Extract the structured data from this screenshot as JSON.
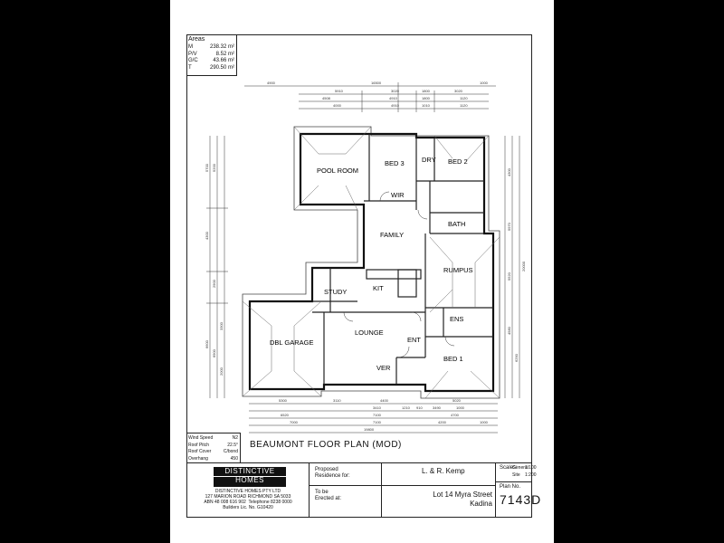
{
  "areas": {
    "heading": "Areas",
    "rows": [
      {
        "code": "M",
        "value": "238.32 m²"
      },
      {
        "code": "P/V",
        "value": "8.52 m²"
      },
      {
        "code": "G/C",
        "value": "43.66 m²"
      },
      {
        "code": "T",
        "value": "290.50 m²"
      }
    ]
  },
  "specs": [
    {
      "label": "Wind Speed",
      "value": "N2"
    },
    {
      "label": "Roof Pitch",
      "value": "22.5°"
    },
    {
      "label": "Roof Cover",
      "value": "C/bond"
    },
    {
      "label": "Overhang",
      "value": "450"
    }
  ],
  "plan_title": "BEAUMONT FLOOR PLAN (MOD)",
  "rooms": {
    "pool_room": "POOL ROOM",
    "bed3": "BED 3",
    "dry": "DRY",
    "bed2": "BED 2",
    "wir": "WIR",
    "bath": "BATH",
    "family": "FAMILY",
    "rumpus": "RUMPUS",
    "study": "STUDY",
    "kit": "KIT",
    "ens": "ENS",
    "dbl_garage": "DBL GARAGE",
    "lounge": "LOUNGE",
    "ent": "ENT",
    "ver": "VER",
    "bed1": "BED 1"
  },
  "dimensions": {
    "top_overall": "16500",
    "top_row1": [
      "4900",
      "1000"
    ],
    "top_row2": [
      "5910",
      "3020",
      "1800",
      "3020"
    ],
    "top_row3": [
      "4508",
      "4910",
      "1800",
      "1120"
    ],
    "top_row4": [
      "4000",
      "4910",
      "1010",
      "1120"
    ],
    "bottom_row1": [
      "5300",
      "3110",
      "4400",
      "5020"
    ],
    "bottom_row2": [
      "3410",
      "1210",
      "910",
      "3490",
      "1000"
    ],
    "bottom_row3": [
      "6520",
      "7100",
      "4700"
    ],
    "bottom_row4": [
      "7000",
      "7100",
      "4200",
      "1000"
    ],
    "bottom_overall": "19800",
    "left": [
      "5700",
      "5200",
      "4300",
      "2900",
      "6600",
      "3300",
      "6900",
      "2000"
    ],
    "right": [
      "4300",
      "5970",
      "5520",
      "20000",
      "4580",
      "6290"
    ]
  },
  "title_block": {
    "company_name_line1": "DISTINCTIVE",
    "company_name_line2": "HOMES",
    "company_full": "DISTINCTIVE HOMES PTY LTD",
    "address": "127 MARION ROAD RICHMOND SA 5033",
    "abn": "ABN 48 008 616 902",
    "telephone": "Telephone 8238 0000",
    "builders_lic": "Builders Lic. No. G10420",
    "proposed_label": "Proposed",
    "residence_for_label": "Residence for:",
    "client": "L. & R. Kemp",
    "to_be_label": "To be",
    "erected_at_label": "Erected at:",
    "site_line1": "Lot 14 Myra Street",
    "site_line2": "Kadina",
    "scales_label": "Scales:",
    "scale_general_label": "General",
    "scale_general_value": "1:100",
    "scale_site_label": "Site",
    "scale_site_value": "1:200",
    "plan_no_label": "Plan No.",
    "plan_no": "7143D"
  }
}
